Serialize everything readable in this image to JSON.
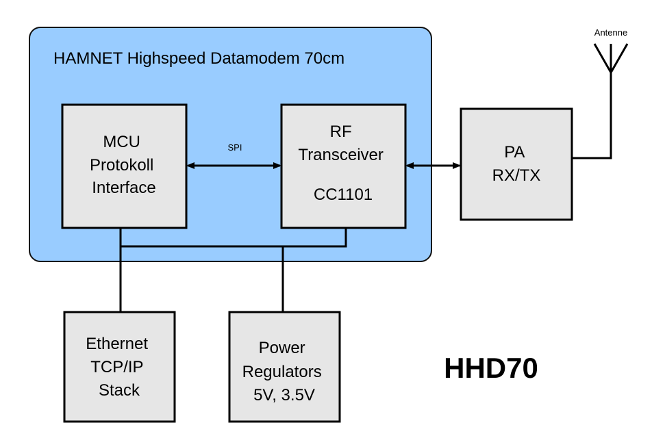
{
  "diagram": {
    "title": "HAMNET Highspeed Datamodem 70cm",
    "brand": "HHD70",
    "antenna_label": "Antenne",
    "spi_label": "SPI",
    "blocks": {
      "mcu": [
        "MCU",
        "Protokoll",
        "Interface"
      ],
      "rf": [
        "RF",
        "Transceiver",
        "CC1101"
      ],
      "pa": [
        "PA",
        "RX/TX"
      ],
      "ethernet": [
        "Ethernet",
        "TCP/IP",
        "Stack"
      ],
      "power": [
        "Power",
        "Regulators",
        "5V, 3.5V"
      ]
    }
  },
  "colors": {
    "module_fill": "#99CCFF",
    "module_stroke": "#111111",
    "block_fill": "#E6E6E6",
    "block_stroke": "#000000",
    "line": "#000000",
    "brand": "#EE0000"
  }
}
